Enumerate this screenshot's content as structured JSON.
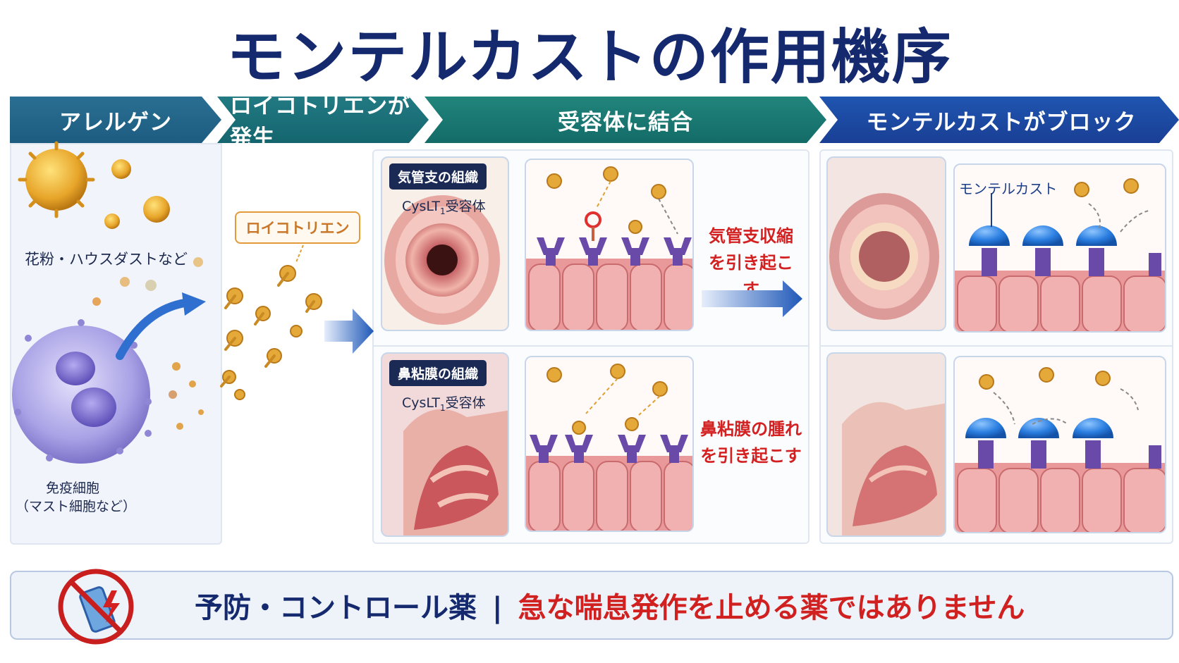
{
  "title": "モンテルカストの作用機序",
  "stages": [
    {
      "label": "アレルゲン"
    },
    {
      "label": "ロイコトリエンが発生"
    },
    {
      "label": "受容体に結合"
    },
    {
      "label": "モンテルカストがブロック"
    }
  ],
  "allergen": {
    "pollen_label": "花粉・ハウスダストなど",
    "immune_label": "免疫細胞",
    "immune_sub": "（マスト細胞など）"
  },
  "leukotriene": {
    "label": "ロイコトリエン"
  },
  "bronchial": {
    "tag": "気管支の組織",
    "receptor_main": "CysLT",
    "receptor_sub": "1",
    "receptor_suffix": "受容体",
    "effect_line1": "気管支収縮",
    "effect_line2": "を引き起こす"
  },
  "nasal": {
    "tag": "鼻粘膜の組織",
    "receptor_main": "CysLT",
    "receptor_sub": "1",
    "receptor_suffix": "受容体",
    "effect_line1": "鼻粘膜の腫れ",
    "effect_line2": "を引き起こす"
  },
  "block": {
    "montelukast_label": "モンテルカスト"
  },
  "footer": {
    "left": "予防・コントロール薬",
    "separator": "|",
    "right": "急な喘息発作を止める薬ではありません"
  },
  "colors": {
    "title": "#152a6e",
    "warning": "#d12020",
    "leukotriene": "#e0a030",
    "receptor": "#6a4aa8",
    "montelukast": "#1f6fd0"
  }
}
